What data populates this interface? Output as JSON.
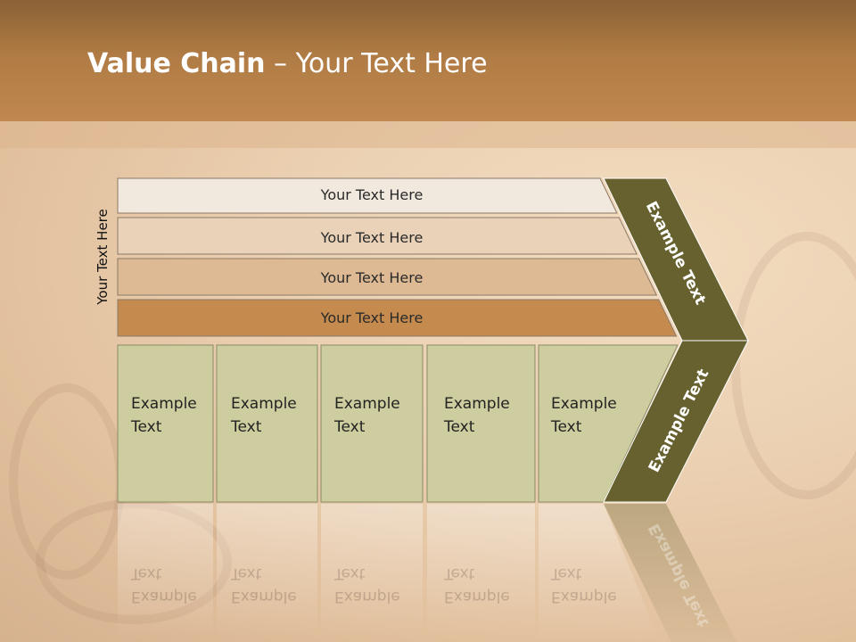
{
  "title": {
    "bold": "Value Chain",
    "rest": " – Your Text Here"
  },
  "side_label": "Your Text Here",
  "bars": [
    {
      "label": "Your Text Here",
      "color": "#f1e8de"
    },
    {
      "label": "Your Text Here",
      "color": "#ead2b9"
    },
    {
      "label": "Your Text Here",
      "color": "#deba94"
    },
    {
      "label": "Your Text Here",
      "color": "#c58a4e"
    }
  ],
  "boxes": [
    {
      "line1": "Example",
      "line2": "Text"
    },
    {
      "line1": "Example",
      "line2": "Text"
    },
    {
      "line1": "Example",
      "line2": "Text"
    },
    {
      "line1": "Example",
      "line2": "Text"
    },
    {
      "line1": "Example",
      "line2": "Text"
    }
  ],
  "chevron_top": "Example Text",
  "chevron_bottom": "Example Text",
  "colors": {
    "box_fill": "#cecd9f",
    "chevron_fill": "#67612f",
    "header": "#b07b44"
  }
}
